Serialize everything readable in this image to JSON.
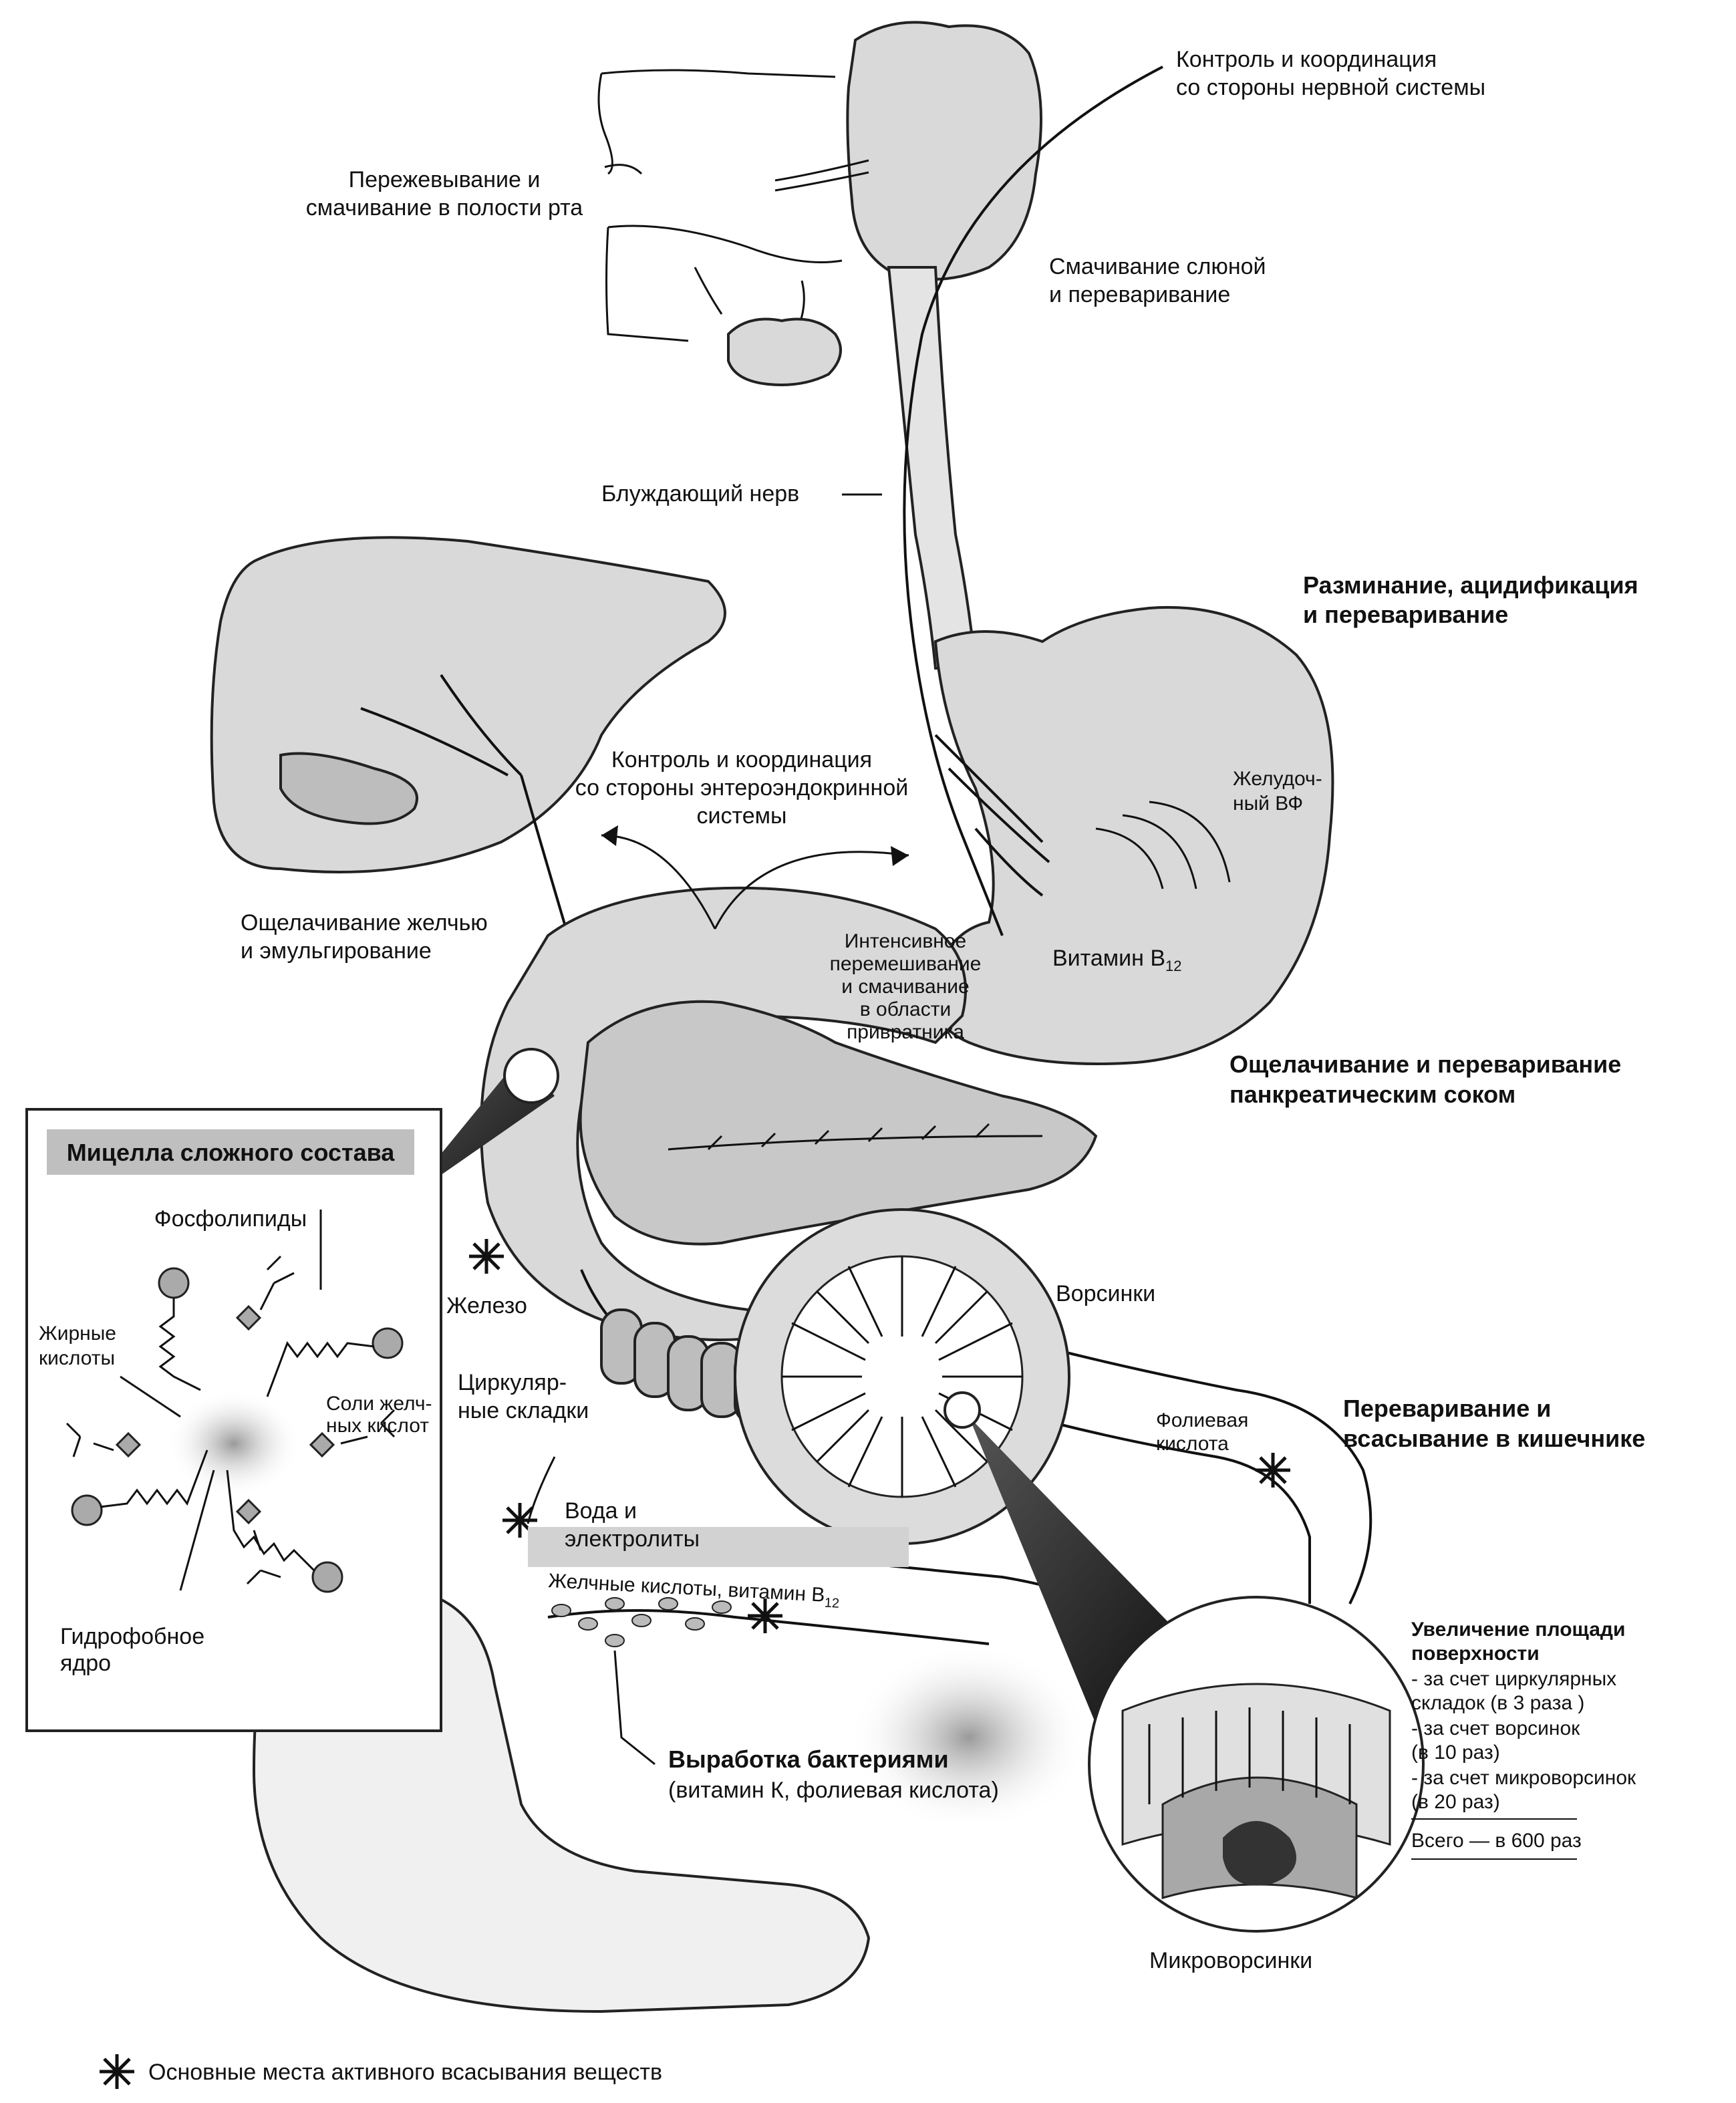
{
  "labels": {
    "neuro_control": [
      "Контроль и координация",
      "со стороны нервной системы"
    ],
    "chewing": [
      "Пережевывание и",
      "смачивание в полости рта"
    ],
    "saliva": [
      "Смачивание слюной",
      "и переваривание"
    ],
    "vagus": "Блуждающий нерв",
    "stomach_process": [
      "Разминание, ацидификация",
      "и переваривание"
    ],
    "gastric_if": [
      "Желудоч-",
      "ный ВФ"
    ],
    "entero_control": [
      "Контроль и координация",
      "со стороны энтероэндокринной",
      "системы"
    ],
    "bile": [
      "Ощелачивание желчью",
      "и эмульгирование"
    ],
    "pylorus": [
      "Интенсивное",
      "перемешивание",
      "и смачивание",
      "в области",
      "привратника"
    ],
    "vitamin_b12": "Витамин B",
    "vitamin_b12_sub": "12",
    "pancreatic": [
      "Ощелачивание и переваривание",
      "панкреатическим соком"
    ],
    "micelle_title": "Мицелла сложного состава",
    "phospholipids": "Фосфолипиды",
    "fatty_acids": [
      "Жирные",
      "кислоты"
    ],
    "bile_salts": [
      "Соли желч-",
      "ных кислот"
    ],
    "hydrophobic_core": [
      "Гидрофобное",
      "ядро"
    ],
    "iron": "Железо",
    "villi": "Ворсинки",
    "circular_folds": [
      "Циркуляр-",
      "ные складки"
    ],
    "folic_acid": [
      "Фолиевая",
      "кислота"
    ],
    "intestine": [
      "Переваривание и",
      "всасывание в кишечнике"
    ],
    "water": [
      "Вода и",
      "электролиты"
    ],
    "bile_acids": "Желчные кислоты,  витамин B",
    "bile_acids_sub": "12",
    "surface_title": [
      "Увеличение площади",
      "поверхности"
    ],
    "surface_items": [
      "- за счет циркулярных",
      "складок (в 3 раза )",
      "- за счет ворсинок",
      "(в 10 раз)",
      "- за счет микроворсинок",
      "(в 20 раз)"
    ],
    "surface_total": "Всего — в 600 раз",
    "bacteria_title": "Выработка бактериями",
    "bacteria_sub": "(витамин К, фолиевая кислота)",
    "microvilli": "Микроворсинки",
    "legend": "Основные места активного всасывания веществ"
  }
}
